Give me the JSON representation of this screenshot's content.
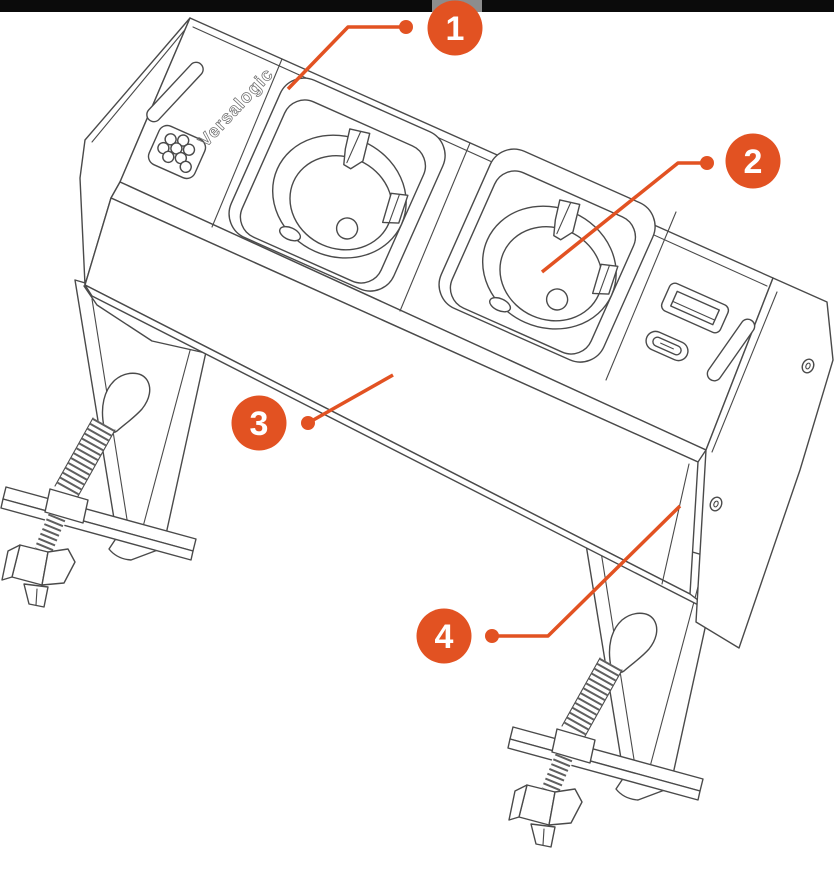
{
  "topbar": {
    "color": "#0b0b0b",
    "notch_color": "#8d8d8d"
  },
  "colors": {
    "accent": "#e25222",
    "line": "#4a4a4a",
    "number_text": "#ffffff"
  },
  "brand": {
    "name": "Versalogic"
  },
  "callouts": [
    {
      "number": "1"
    },
    {
      "number": "2"
    },
    {
      "number": "3"
    },
    {
      "number": "4"
    }
  ]
}
